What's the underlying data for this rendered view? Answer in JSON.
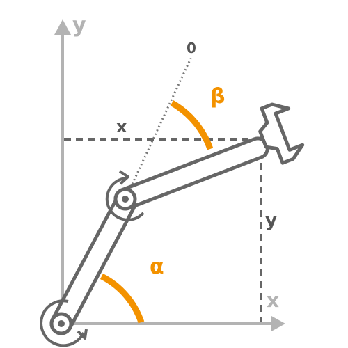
{
  "labels": {
    "axis_y": "y",
    "axis_x": "x",
    "zero": "0",
    "beta": "β",
    "alpha": "α",
    "proj_x": "x",
    "proj_y": "y"
  },
  "colors": {
    "axis": "#b3b3b3",
    "arm": "#666666",
    "angle": "#f39200",
    "dash": "#666666",
    "ref_line": "#777777"
  }
}
